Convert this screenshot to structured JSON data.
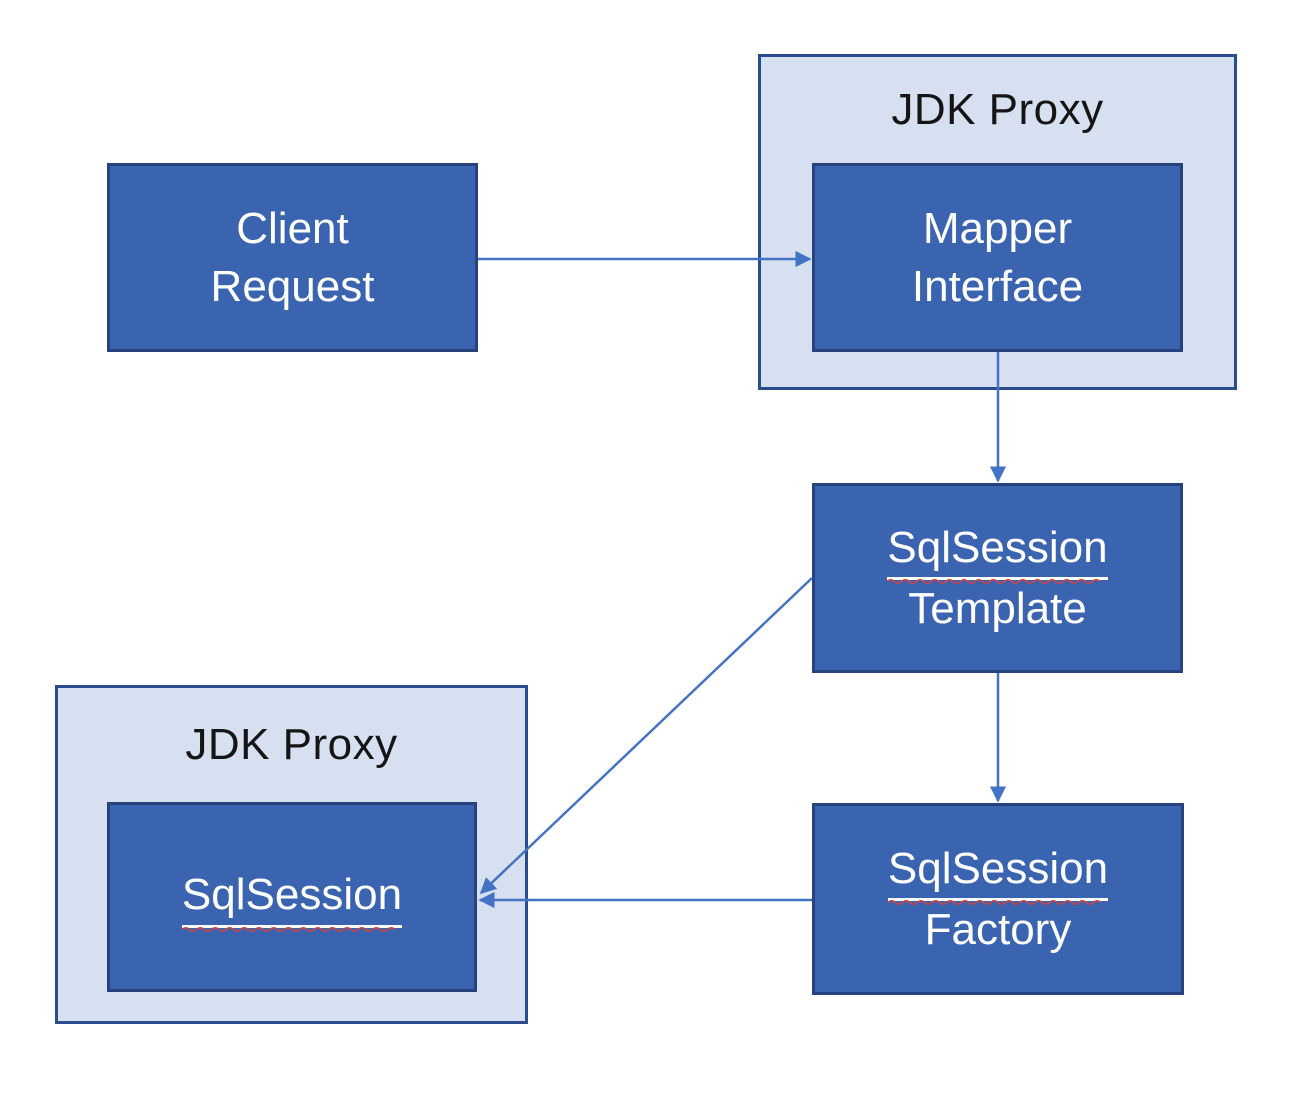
{
  "diagram": {
    "type": "flow-diagram",
    "containers": {
      "jdk_proxy_top": {
        "label": "JDK Proxy"
      },
      "jdk_proxy_bottom": {
        "label": "JDK Proxy"
      }
    },
    "nodes": {
      "client_request": {
        "line1": "Client",
        "line2": "Request",
        "spellcheck_underline_on_line1": false
      },
      "mapper_interface": {
        "line1": "Mapper",
        "line2": "Interface",
        "spellcheck_underline_on_line1": false
      },
      "sqlsession_template": {
        "line1": "SqlSession",
        "line2": "Template",
        "spellcheck_underline_on_line1": true
      },
      "sqlsession_factory": {
        "line1": "SqlSession",
        "line2": "Factory",
        "spellcheck_underline_on_line1": true
      },
      "sqlsession": {
        "line1": "SqlSession",
        "spellcheck_underline_on_line1": true
      }
    },
    "edges": [
      {
        "from": "client_request",
        "to": "mapper_interface",
        "style": "arrow"
      },
      {
        "from": "mapper_interface",
        "to": "sqlsession_template",
        "style": "arrow"
      },
      {
        "from": "sqlsession_template",
        "to": "sqlsession_factory",
        "style": "arrow"
      },
      {
        "from": "sqlsession_factory",
        "to": "sqlsession",
        "style": "arrow"
      },
      {
        "from": "sqlsession_template",
        "to": "sqlsession",
        "style": "arrow"
      }
    ],
    "colors": {
      "background": "#ffffff",
      "node_fill": "#3a64b0",
      "node_border": "#26437d",
      "node_text": "#ffffff",
      "container_fill": "#d6e0f0",
      "container_border": "#2b4c8c",
      "container_title_text": "#151515",
      "arrow": "#4472c4",
      "text_underline": "#ffffff",
      "spellcheck_squiggle": "#cc4444"
    }
  }
}
